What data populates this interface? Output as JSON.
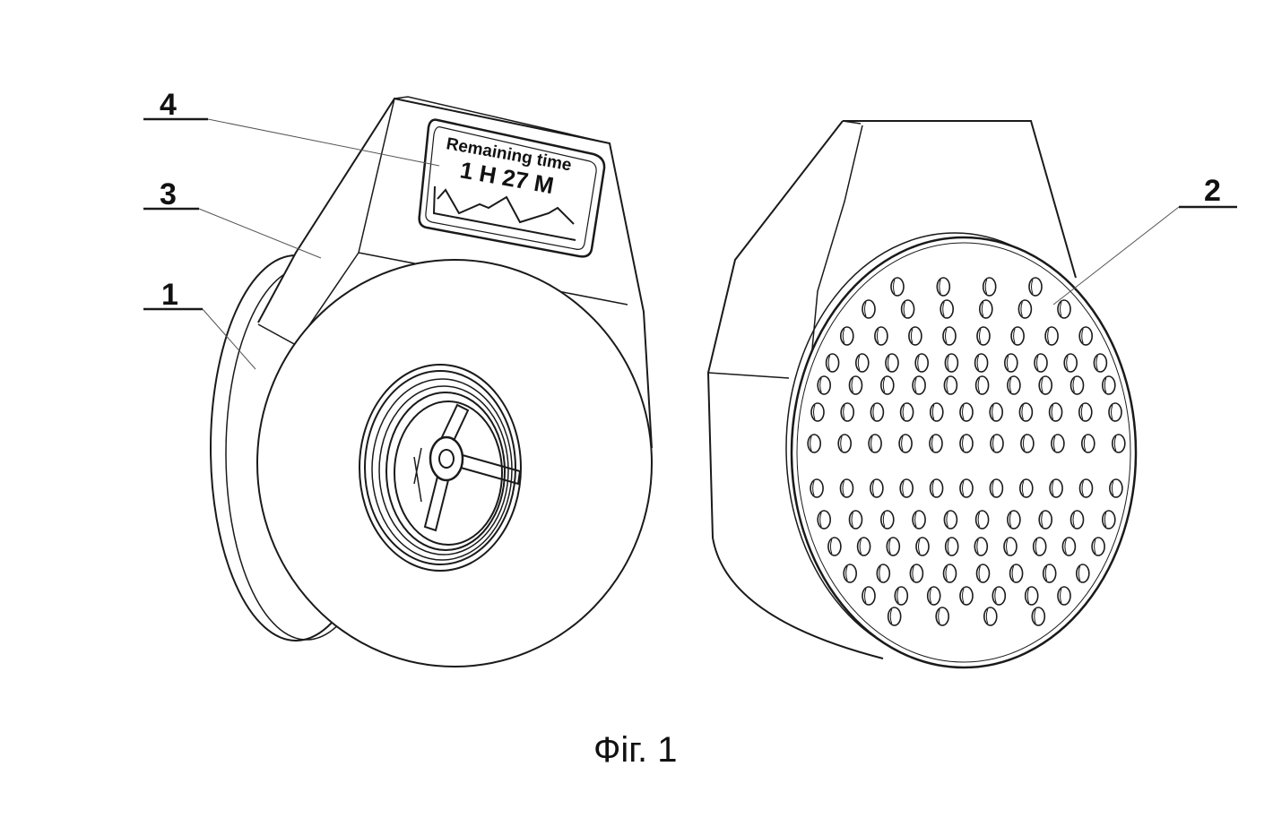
{
  "figure": {
    "caption": "Фіг. 1",
    "labels": [
      {
        "id": "1",
        "text": "1"
      },
      {
        "id": "2",
        "text": "2"
      },
      {
        "id": "3",
        "text": "3"
      },
      {
        "id": "4",
        "text": "4"
      }
    ],
    "display": {
      "title": "Remaining time",
      "value": "1 H 27 M"
    },
    "colors": {
      "line": "#1a1a1a",
      "leader": "#555555",
      "background": "#ffffff"
    }
  }
}
